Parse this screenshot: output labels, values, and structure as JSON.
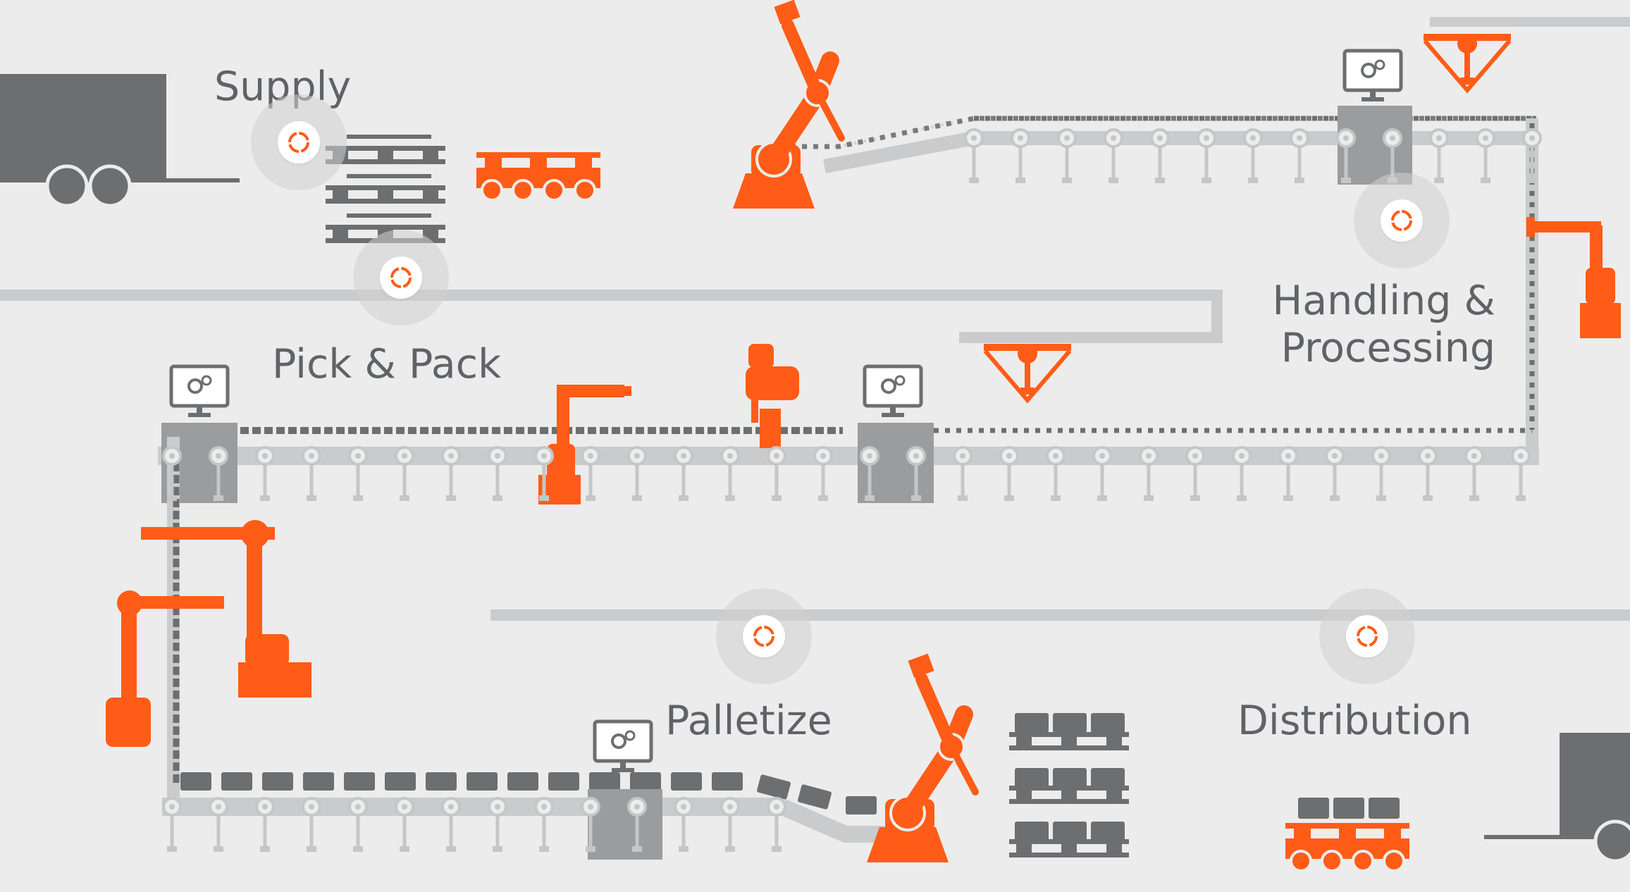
{
  "stages": {
    "supply": "Supply",
    "pick_pack": "Pick & Pack",
    "handling_line1": "Handling &",
    "handling_line2": "Processing",
    "palletize": "Palletize",
    "distribution": "Distribution"
  },
  "hotspots": [
    {
      "name": "hotspot-supply",
      "icon": "circular-arrows-icon"
    },
    {
      "name": "hotspot-supply-to-pick",
      "icon": "circular-arrows-icon"
    },
    {
      "name": "hotspot-handling",
      "icon": "circular-arrows-icon"
    },
    {
      "name": "hotspot-palletize",
      "icon": "circular-arrows-icon"
    },
    {
      "name": "hotspot-distribution",
      "icon": "circular-arrows-icon"
    }
  ],
  "colors": {
    "background": "#ececec",
    "machine_gray": "#6c6e70",
    "track_gray": "#c9cbcc",
    "label_gray": "#5f6368",
    "robot_orange": "#ff5c17"
  }
}
